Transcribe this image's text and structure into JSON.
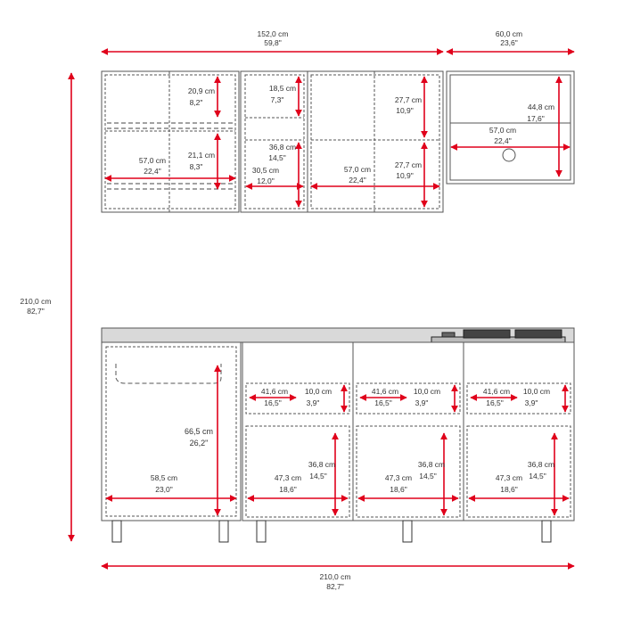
{
  "colors": {
    "dimension_red": "#e0001b",
    "outline": "#555555",
    "dashed": "#666666",
    "text": "#333333",
    "countertop": "#d9d9d9"
  },
  "overall": {
    "upper_total_width": {
      "cm": "152,0 cm",
      "in": "59,8\""
    },
    "upper_shelf_width": {
      "cm": "60,0 cm",
      "in": "23,6\""
    },
    "total_height": {
      "cm": "210,0 cm",
      "in": "82,7\""
    },
    "total_width": {
      "cm": "210,0 cm",
      "in": "82,7\""
    }
  },
  "upper_cabinets": {
    "left_top_shelf_height": {
      "cm": "20,9 cm",
      "in": "8,2\""
    },
    "left_bottom_shelf_height": {
      "cm": "21,1 cm",
      "in": "8,3\""
    },
    "left_inner_width": {
      "cm": "57,0 cm",
      "in": "22,4\""
    },
    "narrow_top_height": {
      "cm": "18,5 cm",
      "in": "7,3\""
    },
    "narrow_bottom_height": {
      "cm": "36,8 cm",
      "in": "14,5\""
    },
    "narrow_width": {
      "cm": "30,5 cm",
      "in": "12,0\""
    },
    "right_top_height": {
      "cm": "27,7 cm",
      "in": "10,9\""
    },
    "right_bottom_height": {
      "cm": "27,7 cm",
      "in": "10,9\""
    },
    "right_inner_width": {
      "cm": "57,0 cm",
      "in": "22,4\""
    },
    "open_shelf_height": {
      "cm": "44,8 cm",
      "in": "17,6\""
    },
    "open_shelf_width": {
      "cm": "57,0 cm",
      "in": "22,4\""
    }
  },
  "lower_cabinets": {
    "sink_cabinet_height": {
      "cm": "66,5 cm",
      "in": "26,2\""
    },
    "sink_cabinet_width": {
      "cm": "58,5 cm",
      "in": "23,0\""
    },
    "drawer_width": {
      "cm": "41,6 cm",
      "in": "16,5\""
    },
    "drawer_height": {
      "cm": "10,0 cm",
      "in": "3,9\""
    },
    "door_section_width": {
      "cm": "47,3 cm",
      "in": "18,6\""
    },
    "door_section_height": {
      "cm": "36,8 cm",
      "in": "14,5\""
    }
  }
}
